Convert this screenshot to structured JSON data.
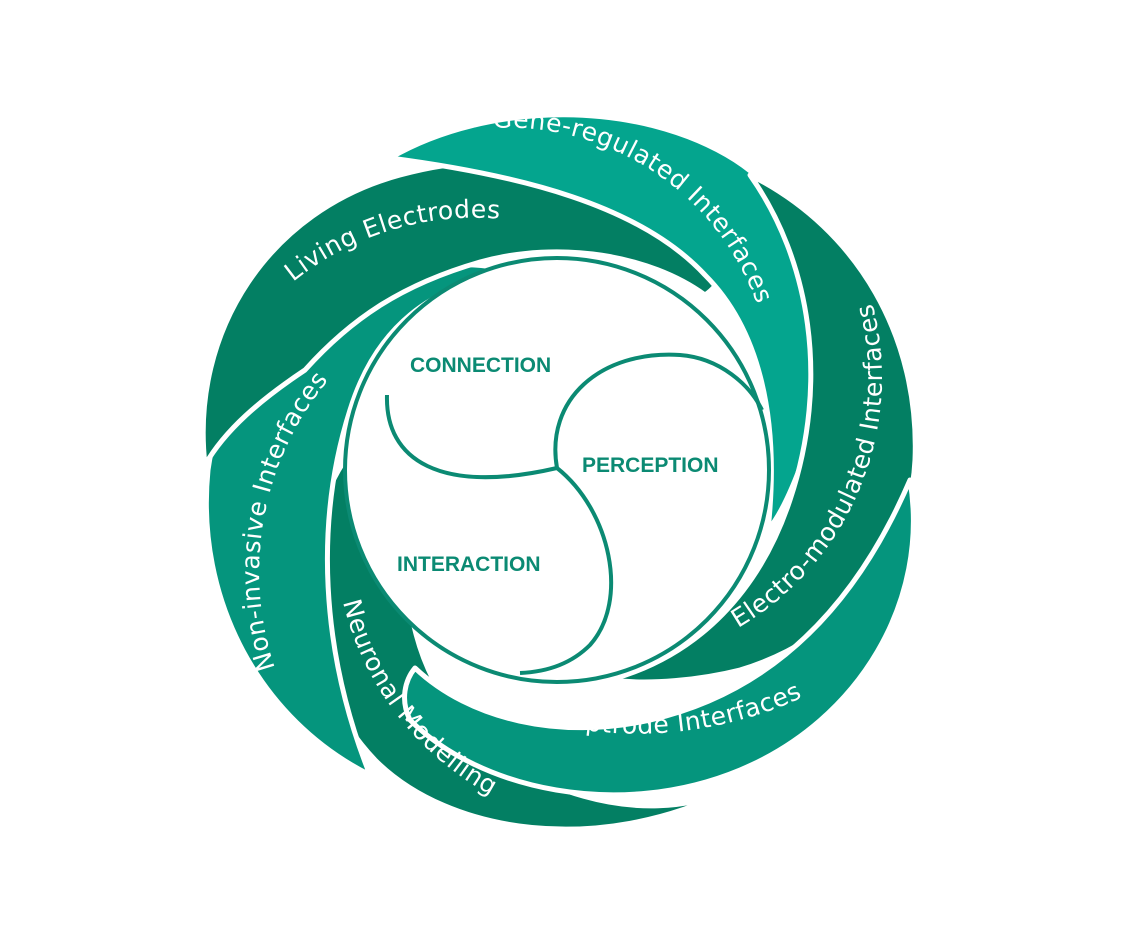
{
  "colors": {
    "teal_light": "#04a58e",
    "teal_mid": "#05957d",
    "teal_dark": "#037f63",
    "core_stroke": "#0b8a73",
    "core_text": "#0b8a73",
    "background": "#ffffff"
  },
  "segments": [
    {
      "label": "Gene-regulated Interfaces",
      "color": "#04a58e"
    },
    {
      "label": "Electro-modulated Interfaces",
      "color": "#037f63"
    },
    {
      "label": "Optrode Interfaces",
      "color": "#05957d"
    },
    {
      "label": "Neuronal  Modelling",
      "color": "#037f63"
    },
    {
      "label": "Non-invasive Interfaces",
      "color": "#05957d"
    },
    {
      "label": "Living Electrodes",
      "color": "#037f63"
    }
  ],
  "core": {
    "connection": "CONNECTION",
    "perception": "PERCEPTION",
    "interaction": "INTERACTION"
  }
}
